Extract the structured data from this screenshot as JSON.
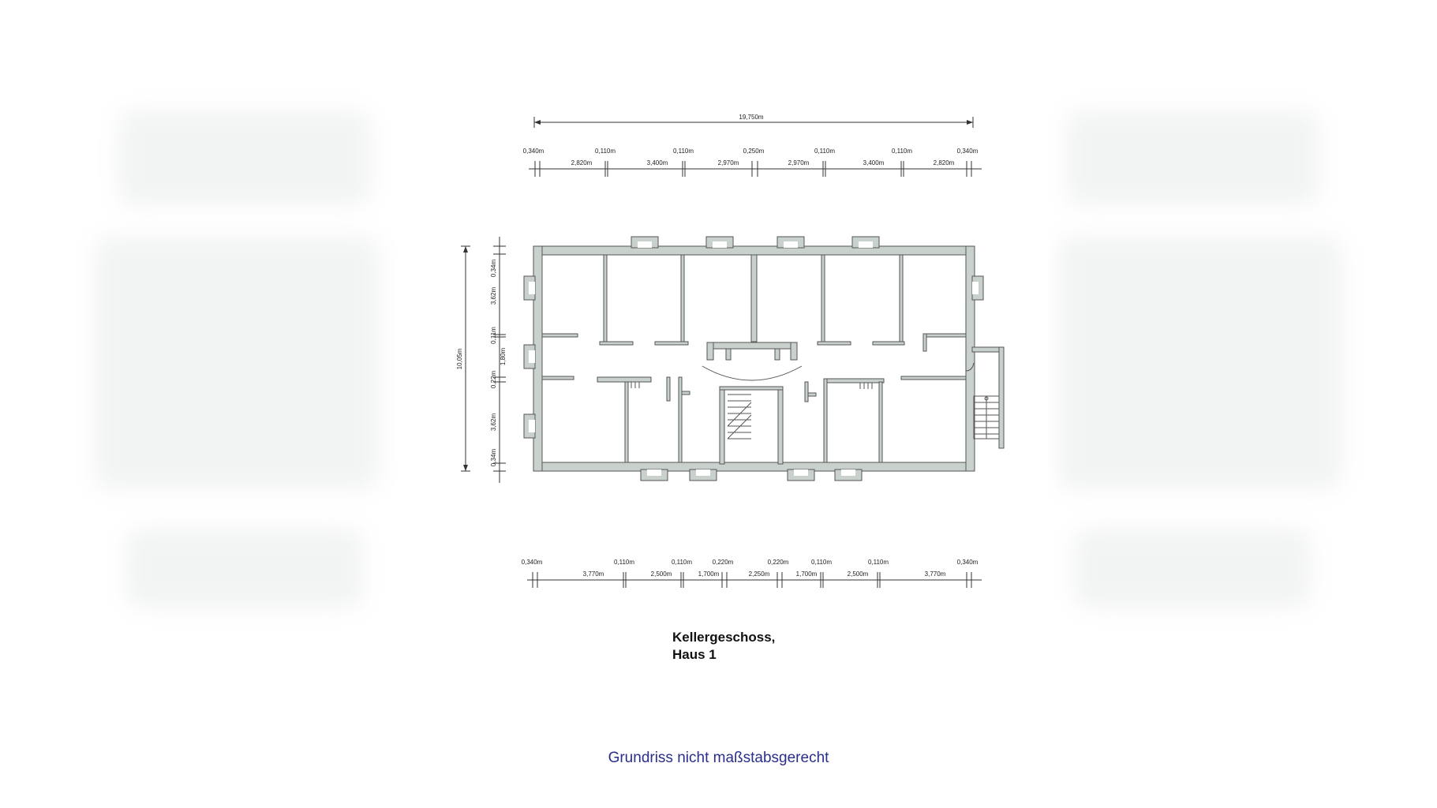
{
  "top_total": "19,750m",
  "top_upper": [
    "0,340m",
    "0,110m",
    "0,110m",
    "0,250m",
    "0,110m",
    "0,110m",
    "0,340m"
  ],
  "top_lower": [
    "2,820m",
    "3,400m",
    "2,970m",
    "2,970m",
    "3,400m",
    "2,820m"
  ],
  "left_total": "10,05m",
  "left_segments": [
    "0,34m",
    "3,62m",
    "0,11m",
    "1,80m",
    "0,22m",
    "3,62m",
    "0,34m"
  ],
  "bottom_upper": [
    "0,340m",
    "0,110m",
    "0,110m",
    "0,220m",
    "0,220m",
    "0,110m",
    "0,110m",
    "0,340m"
  ],
  "bottom_lower": [
    "3,770m",
    "2,500m",
    "1,700m",
    "2,250m",
    "1,700m",
    "2,500m",
    "3,770m"
  ],
  "title": {
    "line1": "Kellergeschoss,",
    "line2": "Haus 1"
  },
  "caption": "Grundriss nicht maßstabsgerecht"
}
